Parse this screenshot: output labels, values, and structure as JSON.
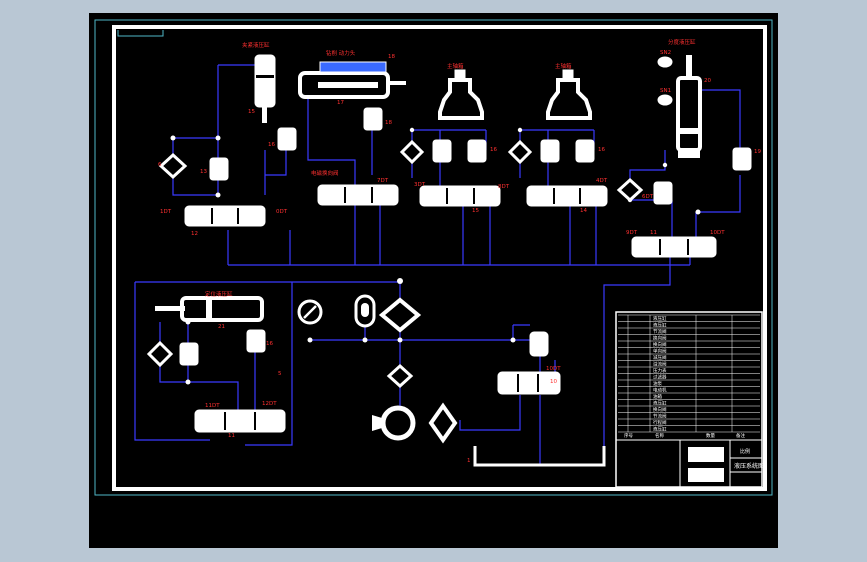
{
  "colors": {
    "viewport_bg": "#b9c7d4",
    "sheet_bg": "#000000",
    "frame": "#ffffff",
    "outer_line": "#4fb7c7",
    "pipe": "#3a3aff",
    "symbol": "#ffffff",
    "label": "#ff3030"
  },
  "labels": {
    "cyl_top": "夹紧液压缸",
    "motor_lbl": "钻削 动力头",
    "n18": "18",
    "n17": "17",
    "n15": "15",
    "n16a": "16",
    "n18b": "18",
    "n13": "13",
    "n12": "12",
    "n1dt": "1DT",
    "n0dt": "0DT",
    "n_sp1": "主轴箱",
    "n_sp2": "主轴箱",
    "n6": "6",
    "n7dt": "7DT",
    "n8dt": "8DT",
    "n3dt": "3DT",
    "n4dt": "4DT",
    "n16b": "16",
    "n16c": "16",
    "n15b": "15",
    "n14": "14",
    "n_sw_lbl": "分度液压缸",
    "n_sn2": "SN2",
    "n_sn1": "SN1",
    "n20": "20",
    "n19": "19",
    "n9dt": "9DT",
    "n10dt": "10DT",
    "n11": "11",
    "n_mid_lbl": "电磁换向阀",
    "n_mid2": "6DT",
    "n_bot_cyl": "定位液压缸",
    "n21": "21",
    "n16d": "16",
    "n5": "5",
    "n11b": "11",
    "n11dt": "11DT",
    "n12dt": "12DT",
    "n10b": "10",
    "n1": "1",
    "n_bdt": "10DT",
    "title_block": {
      "row_items": [
        "液压缸",
        "液压缸",
        "节流阀",
        "换向阀",
        "换向阀",
        "单向阀",
        "减压阀",
        "溢流阀",
        "压力表",
        "过滤器",
        "油泵",
        "电动机",
        "油箱",
        "液压缸",
        "换向阀",
        "节流阀",
        "行程阀",
        "液压缸"
      ],
      "foot_a": "序号",
      "foot_b": "名称",
      "foot_c": "数量",
      "foot_d": "备注",
      "title_main": "液压系统图",
      "title_sub": "比例"
    }
  }
}
